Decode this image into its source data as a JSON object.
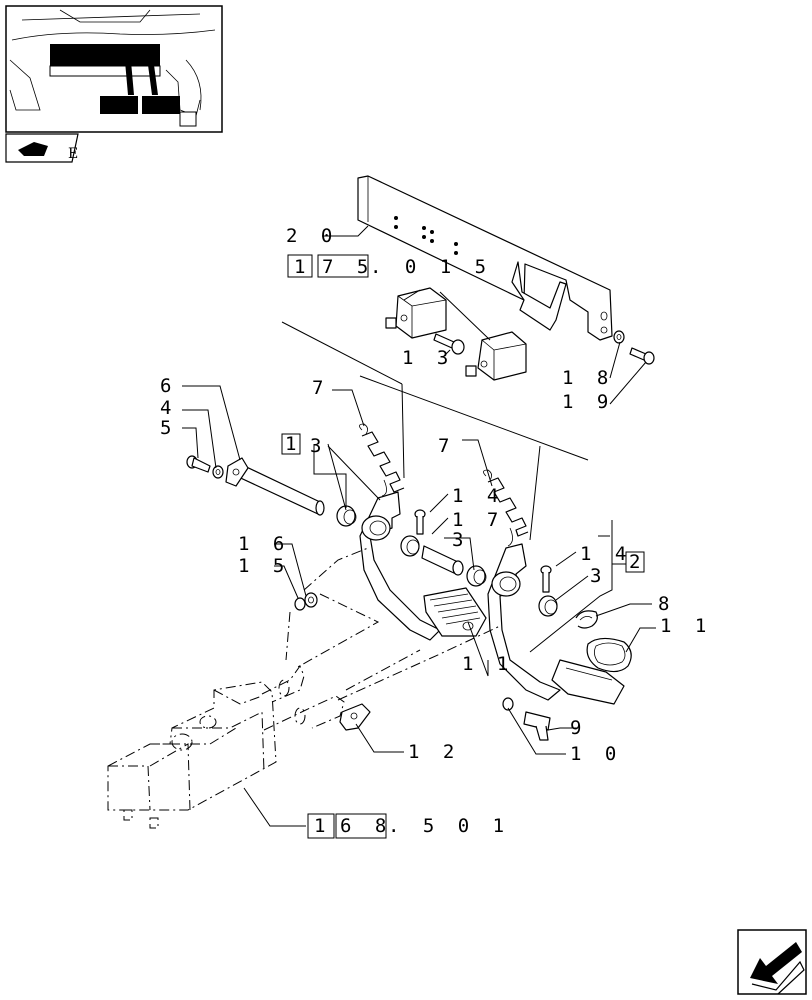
{
  "header": {
    "thumbnail_letter": "E"
  },
  "callouts": [
    {
      "id": "c20",
      "text": "2 0"
    },
    {
      "id": "c13",
      "text": "1 3"
    },
    {
      "id": "c18",
      "text": "1 8"
    },
    {
      "id": "c19",
      "text": "1 9"
    },
    {
      "id": "c6",
      "text": "6"
    },
    {
      "id": "c4",
      "text": "4"
    },
    {
      "id": "c5",
      "text": "5"
    },
    {
      "id": "c7a",
      "text": "7"
    },
    {
      "id": "c3a",
      "text": "3"
    },
    {
      "id": "c7b",
      "text": "7"
    },
    {
      "id": "c14a",
      "text": "1 4"
    },
    {
      "id": "c17",
      "text": "1 7"
    },
    {
      "id": "c3b",
      "text": "3"
    },
    {
      "id": "c16",
      "text": "1 6"
    },
    {
      "id": "c15",
      "text": "1 5"
    },
    {
      "id": "c14b",
      "text": "1 4"
    },
    {
      "id": "c3c",
      "text": "3"
    },
    {
      "id": "c8",
      "text": "8"
    },
    {
      "id": "c11a",
      "text": "1 1"
    },
    {
      "id": "c11b",
      "text": "1 1"
    },
    {
      "id": "c9",
      "text": "9"
    },
    {
      "id": "c10",
      "text": "1 0"
    },
    {
      "id": "c12",
      "text": "1 2"
    }
  ],
  "refs": {
    "ref_175": {
      "a": "1",
      "b": "7 5",
      "c": ". 0  1 5"
    },
    "ref_168": {
      "a": "1",
      "b": "6 8",
      "c": ". 5   0 1"
    },
    "box1": "1",
    "box2": "2"
  },
  "icons": [
    "thumbnail-pedal-view-icon",
    "nav-arrow-icon",
    "book-icon"
  ]
}
